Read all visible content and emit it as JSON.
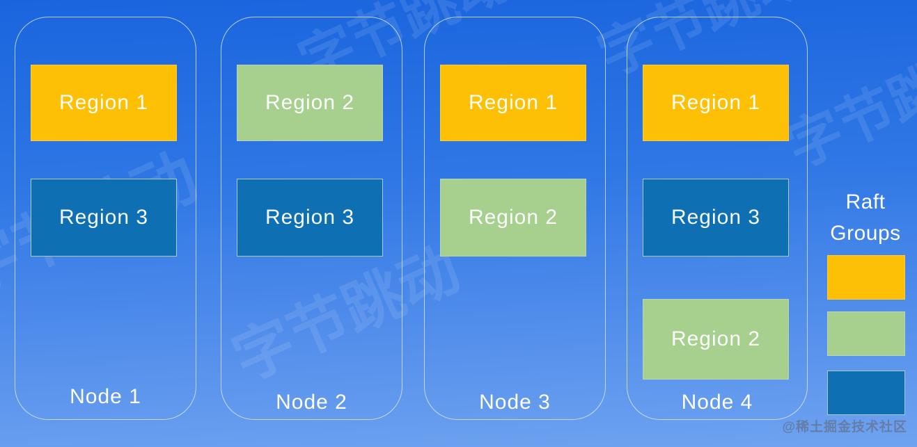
{
  "background": {
    "gradient_top": "#1a65de",
    "gradient_bottom": "#6fa3f0"
  },
  "colors": {
    "region1": "#fdc005",
    "region2": "#a7cf8e",
    "region3": "#0e6fb2"
  },
  "nodes": [
    {
      "label": "Node 1",
      "regions": [
        {
          "name": "Region 1",
          "group": "region1"
        },
        {
          "name": "Region 3",
          "group": "region3"
        }
      ]
    },
    {
      "label": "Node 2",
      "regions": [
        {
          "name": "Region 2",
          "group": "region2"
        },
        {
          "name": "Region 3",
          "group": "region3"
        }
      ]
    },
    {
      "label": "Node 3",
      "regions": [
        {
          "name": "Region 1",
          "group": "region1"
        },
        {
          "name": "Region 2",
          "group": "region2"
        }
      ]
    },
    {
      "label": "Node 4",
      "regions": [
        {
          "name": "Region 1",
          "group": "region1"
        },
        {
          "name": "Region 3",
          "group": "region3"
        },
        {
          "name": "Region 2",
          "group": "region2"
        }
      ]
    }
  ],
  "legend": {
    "title_line1": "Raft",
    "title_line2": "Groups",
    "swatches": [
      "region1",
      "region2",
      "region3"
    ]
  },
  "watermarks": {
    "diagonal_text": "字节跳动",
    "credit": "@稀土掘金技术社区"
  }
}
